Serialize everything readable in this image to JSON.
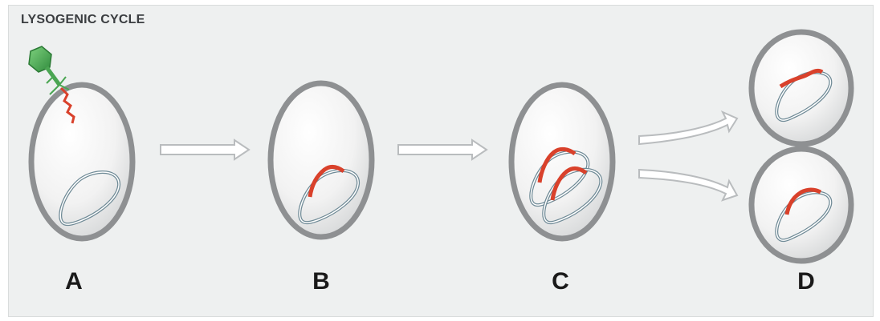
{
  "title": "LYSOGENIC CYCLE",
  "stages": [
    {
      "label": "A"
    },
    {
      "label": "B"
    },
    {
      "label": "C"
    },
    {
      "label": "D"
    }
  ],
  "colors": {
    "background": "#eef0f0",
    "cell_wall": "#8e9092",
    "cell_fill": "#f4f4f4",
    "chromosome": "#6f8a96",
    "viral_dna": "#d9412b",
    "phage": "#3fa24a",
    "arrow_fill": "#ffffff",
    "arrow_stroke": "#b9bcbe"
  }
}
